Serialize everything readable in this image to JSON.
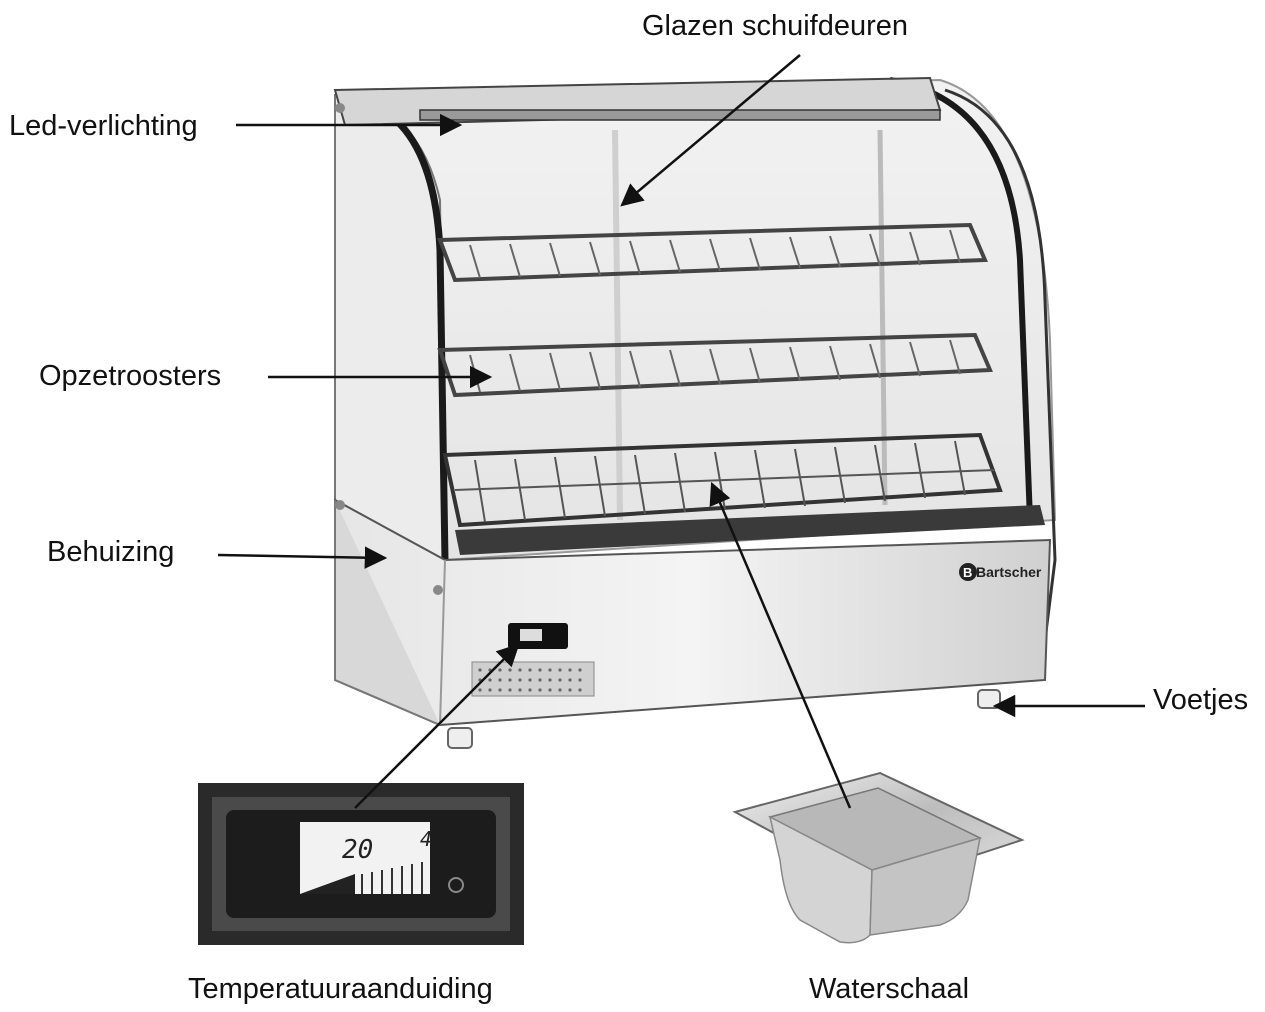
{
  "labels": {
    "glazen_schuifdeuren": "Glazen schuifdeuren",
    "led_verlichting": "Led-verlichting",
    "opzetroosters": "Opzetroosters",
    "behuizing": "Behuizing",
    "voetjes": "Voetjes",
    "temperatuuraanduiding": "Temperatuuraanduiding",
    "waterschaal": "Waterschaal"
  },
  "brand": "Bartscher",
  "thermometer": {
    "reading_left": "20",
    "reading_right": "4"
  },
  "colors": {
    "background": "#ffffff",
    "text": "#111111",
    "arrow": "#111111",
    "steel": "#c8c8c8",
    "frame": "#1a1a1a"
  }
}
